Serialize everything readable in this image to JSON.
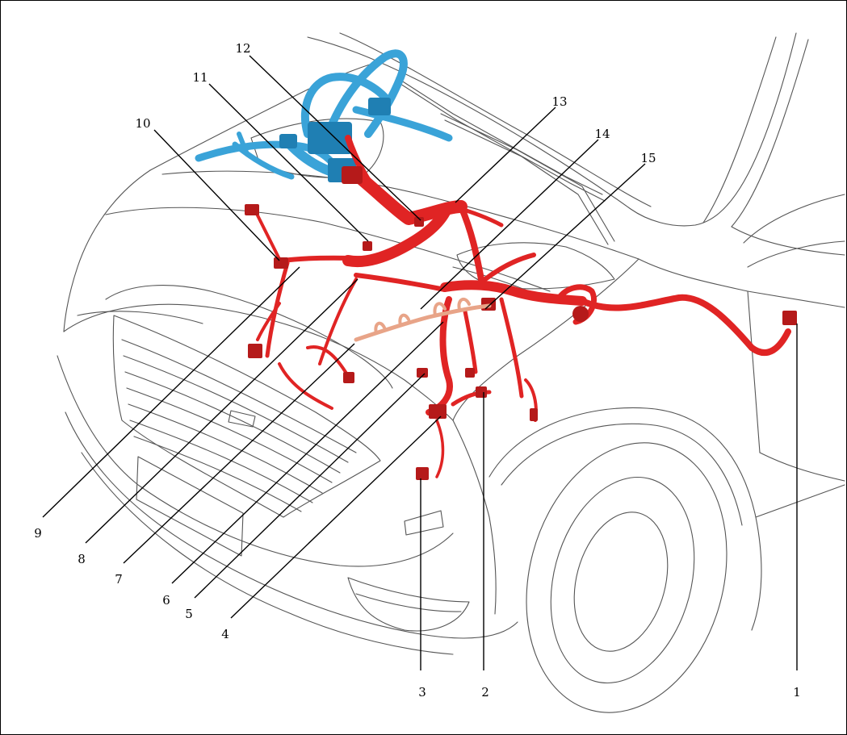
{
  "colors": {
    "background": "#ffffff",
    "frame": "#000000",
    "car_outline": "#555555",
    "engine_harness": "#e02424",
    "engine_harness_shade": "#b51a1a",
    "instrument_harness": "#3aa3d8",
    "instrument_harness_shade": "#1f7fb3",
    "sub_harness": "#e8a488",
    "leader_line": "#000000",
    "callout_text": "#000000"
  },
  "callouts": [
    "1",
    "2",
    "3",
    "4",
    "5",
    "6",
    "7",
    "8",
    "9",
    "10",
    "11",
    "12",
    "13",
    "14",
    "15"
  ]
}
